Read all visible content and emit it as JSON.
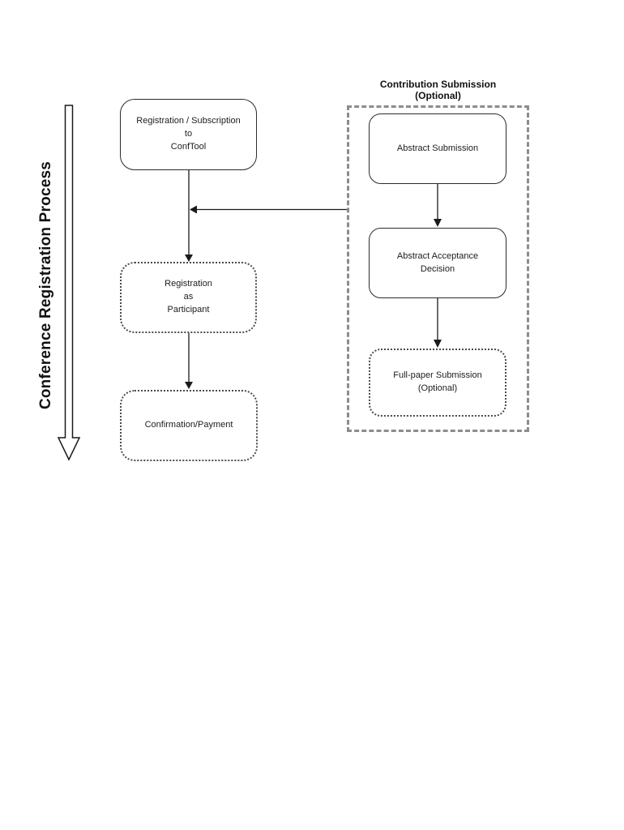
{
  "diagram": {
    "process_label": "Conference Registration Process",
    "main_flow": {
      "nodes": [
        {
          "id": "registration-subscription",
          "label": "Registration / Subscription\nto\nConfTool",
          "border": "solid"
        },
        {
          "id": "registration-participant",
          "label": "Registration\nas\nParticipant",
          "border": "dotted"
        },
        {
          "id": "confirmation-payment",
          "label": "Confirmation/Payment",
          "border": "dotted"
        }
      ]
    },
    "optional_group": {
      "title": "Contribution Submission\n(Optional)",
      "nodes": [
        {
          "id": "abstract-submission",
          "label": "Abstract Submission",
          "border": "solid"
        },
        {
          "id": "abstract-acceptance",
          "label": "Abstract Acceptance\nDecision",
          "border": "solid"
        },
        {
          "id": "fullpaper-submission",
          "label": "Full-paper Submission\n(Optional)",
          "border": "dotted"
        }
      ]
    },
    "colors": {
      "box_border_solid": "#2b2b2b",
      "box_border_dotted": "#4a4a4a",
      "group_dashed_border": "#8c8c8c",
      "arrow": "#1a1a1a",
      "text": "#1c1c1c",
      "background": "#ffffff"
    }
  }
}
